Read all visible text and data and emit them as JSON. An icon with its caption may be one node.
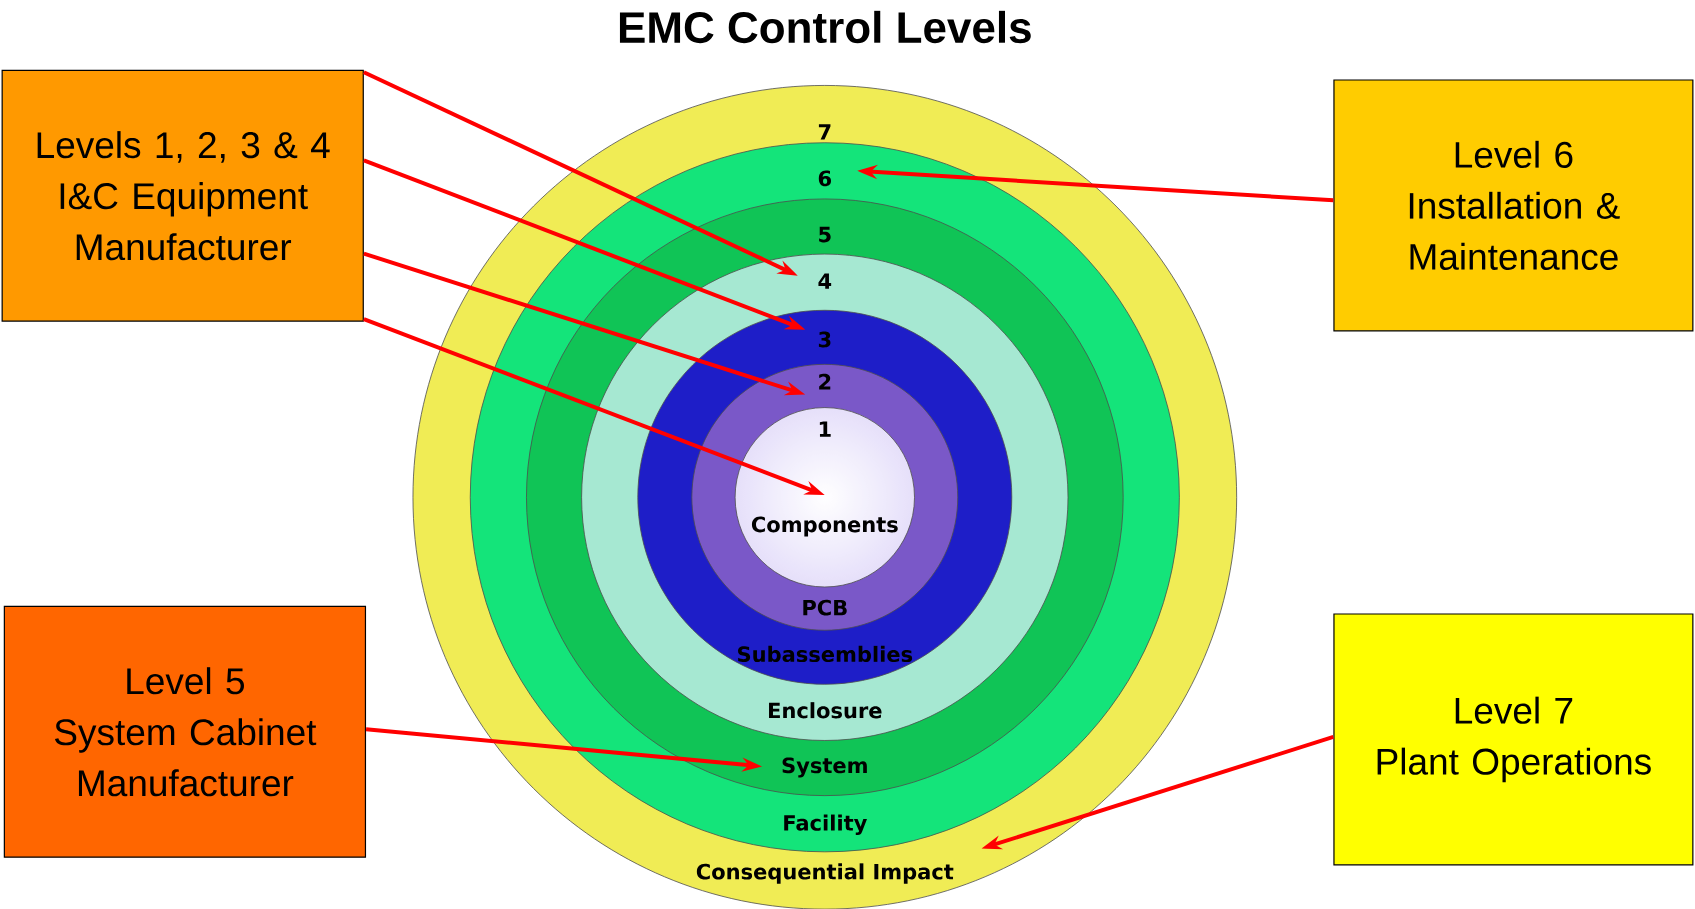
{
  "diagram": {
    "title": "EMC Control Levels",
    "nodes": [
      {
        "text": [
          "Levels 1, 2, 3 & 4",
          "I&C Equipment Manufacturer"
        ]
      },
      {
        "text": [
          "Level 6",
          "Installation & Maintenance"
        ]
      },
      {
        "text": [
          "7",
          "Consequential Impact"
        ]
      },
      {
        "text": [
          "6",
          "Facility"
        ],
        "in": 2
      },
      {
        "text": [
          "5",
          "System"
        ],
        "in": 3
      },
      {
        "text": [
          "4",
          "Enclosure"
        ],
        "in": 4
      },
      {
        "text": [
          "3",
          "Subassemblies"
        ],
        "in": 5
      },
      {
        "text": [
          "2",
          "PCB"
        ],
        "in": 6
      },
      {
        "text": [
          "1",
          "Components"
        ],
        "in": 7
      },
      {
        "text": [
          "Level 5",
          "System Cabinet Manufacturer"
        ]
      },
      {
        "text": [
          "Level 7",
          "Plant Operations"
        ]
      }
    ],
    "edges": [
      {
        "from": 0,
        "to": 5,
        "arrow": "to"
      },
      {
        "from": 0,
        "to": 6,
        "arrow": "to"
      },
      {
        "from": 0,
        "to": 7,
        "arrow": "to"
      },
      {
        "from": 0,
        "to": 8,
        "arrow": "to"
      },
      {
        "from": 1,
        "to": 3,
        "arrow": "to"
      },
      {
        "from": 9,
        "to": 4,
        "arrow": "to"
      },
      {
        "from": 10,
        "to": 2,
        "arrow": "to"
      }
    ]
  }
}
